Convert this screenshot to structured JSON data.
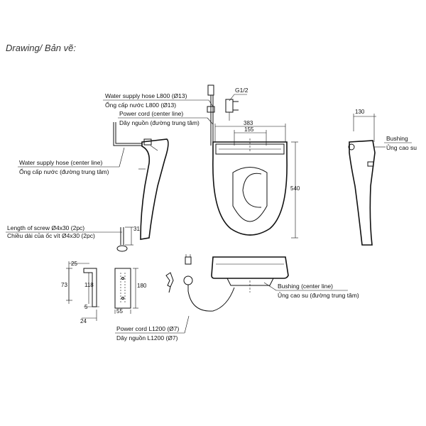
{
  "heading": "Drawing/ Bản vẽ:",
  "labels": {
    "hose_l800_en": "Water supply hose L800 (Ø13)",
    "hose_l800_vi": "Ống cấp nước L800 (Ø13)",
    "power_center_en": "Power cord (center line)",
    "power_center_vi": "Dây nguồn (đường trung tâm)",
    "hose_center_en": "Water supply hose (center line)",
    "hose_center_vi": "Ống cấp nước (đường trung tâm)",
    "screw_en": "Length of screw Ø4x30 (2pc)",
    "screw_vi": "Chiều dài của ốc vít Ø4x30 (2pc)",
    "bushing_side": "Bushing",
    "bushing_side_vi": "Ủng cao su",
    "bushing_center_en": "Bushing (center line)",
    "bushing_center_vi": "Ủng cao su (đường trung tâm)",
    "power_l1200_en": "Power cord L1200 (Ø7)",
    "power_l1200_vi": "Dây nguồn L1200 (Ø7)",
    "thread": "G1/2"
  },
  "dimensions": {
    "width_383": "383",
    "width_155": "155",
    "height_540": "540",
    "offset_130": "130",
    "screw_31": "31",
    "plate_25": "25",
    "plate_73": "73",
    "plate_118": "118",
    "plate_5": "5",
    "plate_24": "24",
    "plate_55": "55",
    "plate_180": "180"
  }
}
